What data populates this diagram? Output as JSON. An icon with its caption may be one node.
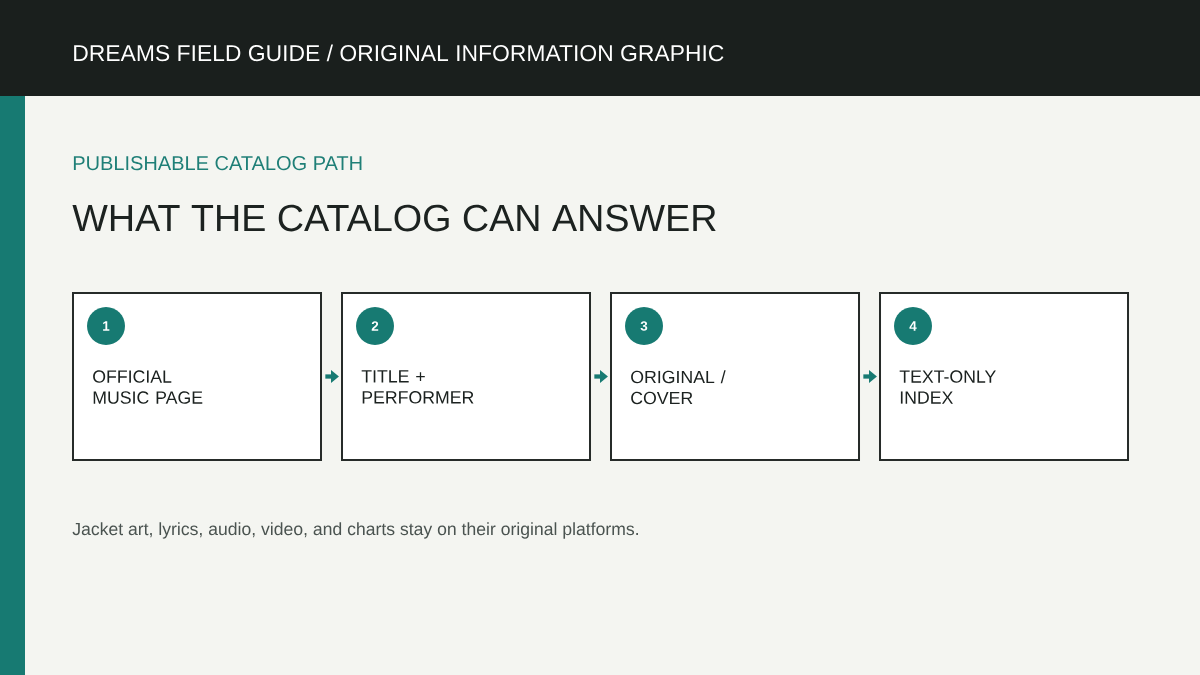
{
  "diagram": {
    "title": "WHAT THE CATALOG CAN ANSWER",
    "nodes": [
      {
        "text": [
          "OFFICIAL MUSIC PAGE"
        ]
      },
      {
        "text": [
          "1"
        ],
        "in": 0
      },
      {
        "text": [
          "TITLE + PERFORMER"
        ]
      },
      {
        "text": [
          "2"
        ],
        "in": 2
      },
      {
        "text": [
          "ORIGINAL / COVER"
        ]
      },
      {
        "text": [
          "3"
        ],
        "in": 4
      },
      {
        "text": [
          "TEXT-ONLY INDEX"
        ]
      },
      {
        "text": [
          "4"
        ],
        "in": 6
      }
    ],
    "edges": [
      {
        "from": 0,
        "to": 2,
        "arrow": "to"
      },
      {
        "from": 2,
        "to": 4,
        "arrow": "to"
      },
      {
        "from": 4,
        "to": 6,
        "arrow": "to"
      }
    ],
    "labels": [
      "DREAMS FIELD GUIDE / ORIGINAL INFORMATION GRAPHIC",
      "PUBLISHABLE CATALOG PATH",
      "Jacket art, lyrics, audio, video, and charts stay on their original platforms."
    ]
  }
}
